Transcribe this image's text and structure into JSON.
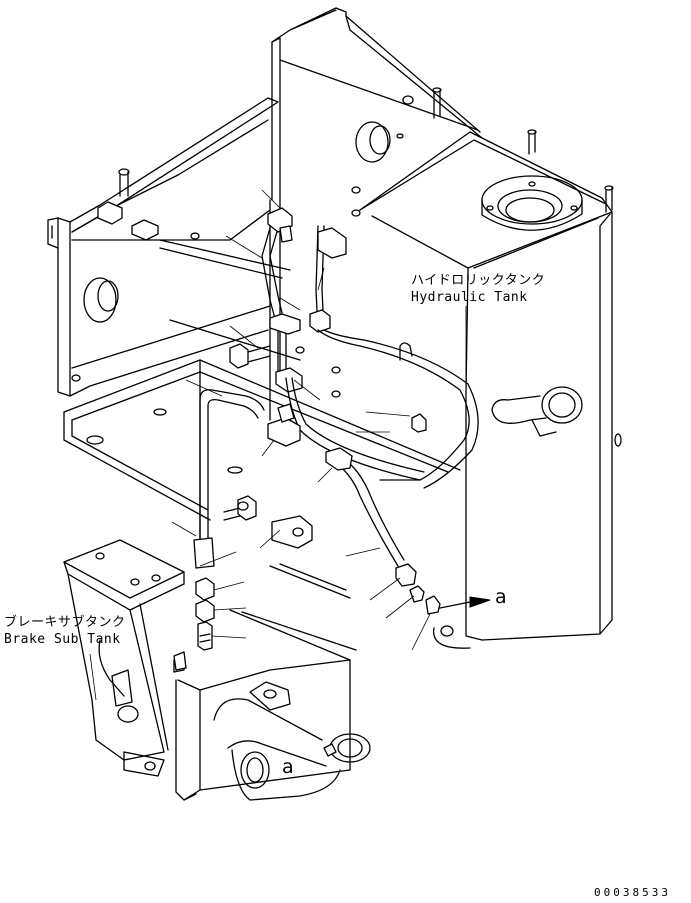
{
  "labels": {
    "hydraulic_tank_jp": "ハイドロリックタンク",
    "hydraulic_tank_en": "Hydraulic Tank",
    "brake_sub_tank_jp": "ブレーキサブタンク",
    "brake_sub_tank_en": "Brake Sub Tank"
  },
  "references": {
    "ref_a_right": "a",
    "ref_a_bottom": "a"
  },
  "document_number": "00038533"
}
